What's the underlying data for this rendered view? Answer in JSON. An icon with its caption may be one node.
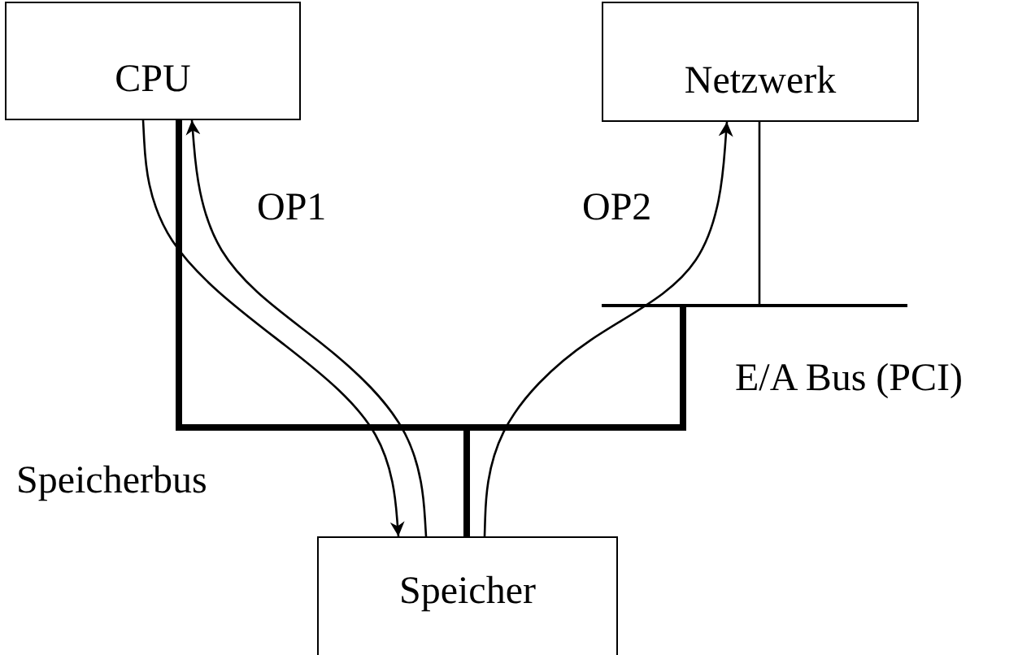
{
  "diagram": {
    "nodes": [
      {
        "text": [
          "CPU"
        ]
      },
      {
        "text": [
          "Netzwerk"
        ]
      },
      {
        "text": [
          "Speicher"
        ]
      },
      {
        "text": [],
        "shape": "bar"
      }
    ],
    "edges": [
      {
        "from": 0,
        "to": 2,
        "arrow": "none",
        "style": "thick"
      },
      {
        "from": 3,
        "to": 2,
        "arrow": "none",
        "style": "thick"
      },
      {
        "from": 1,
        "to": 3,
        "arrow": "none"
      },
      {
        "from": 0,
        "to": 2,
        "arrow": "to"
      },
      {
        "from": 2,
        "to": 0,
        "arrow": "to"
      },
      {
        "from": 2,
        "to": 1,
        "arrow": "to"
      }
    ],
    "labels": [
      "OP1",
      "OP2",
      "E/A Bus (PCI)",
      "Speicherbus"
    ]
  }
}
